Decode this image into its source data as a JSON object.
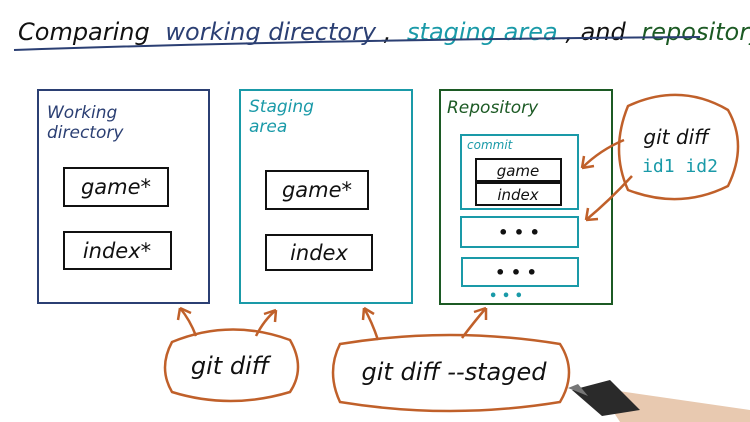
{
  "title": {
    "prefix": "Comparing",
    "working": "working directory",
    "comma": ",",
    "staging": "staging area",
    "and": ", and",
    "repository": "repository"
  },
  "working_directory": {
    "label_line1": "Working",
    "label_line2": "directory",
    "files": [
      "game*",
      "index*"
    ]
  },
  "staging_area": {
    "label_line1": "Staging",
    "label_line2": "area",
    "files": [
      "game*",
      "index"
    ]
  },
  "repository": {
    "label": "Repository",
    "commit_label": "commit",
    "commit_files": [
      "game",
      "index"
    ],
    "more_commits": [
      "• • •",
      "• • •"
    ],
    "more_dots": "• • •"
  },
  "annotations": {
    "git_diff": "git diff",
    "git_diff_staged": "git diff --staged",
    "git_diff_ids_line1": "git diff",
    "git_diff_ids_line2": "id1 id2"
  },
  "colors": {
    "ink": "#111111",
    "working": "#2b3f73",
    "staging": "#1a9aa8",
    "repository": "#1c5a24",
    "arrows": "#c0602a"
  }
}
